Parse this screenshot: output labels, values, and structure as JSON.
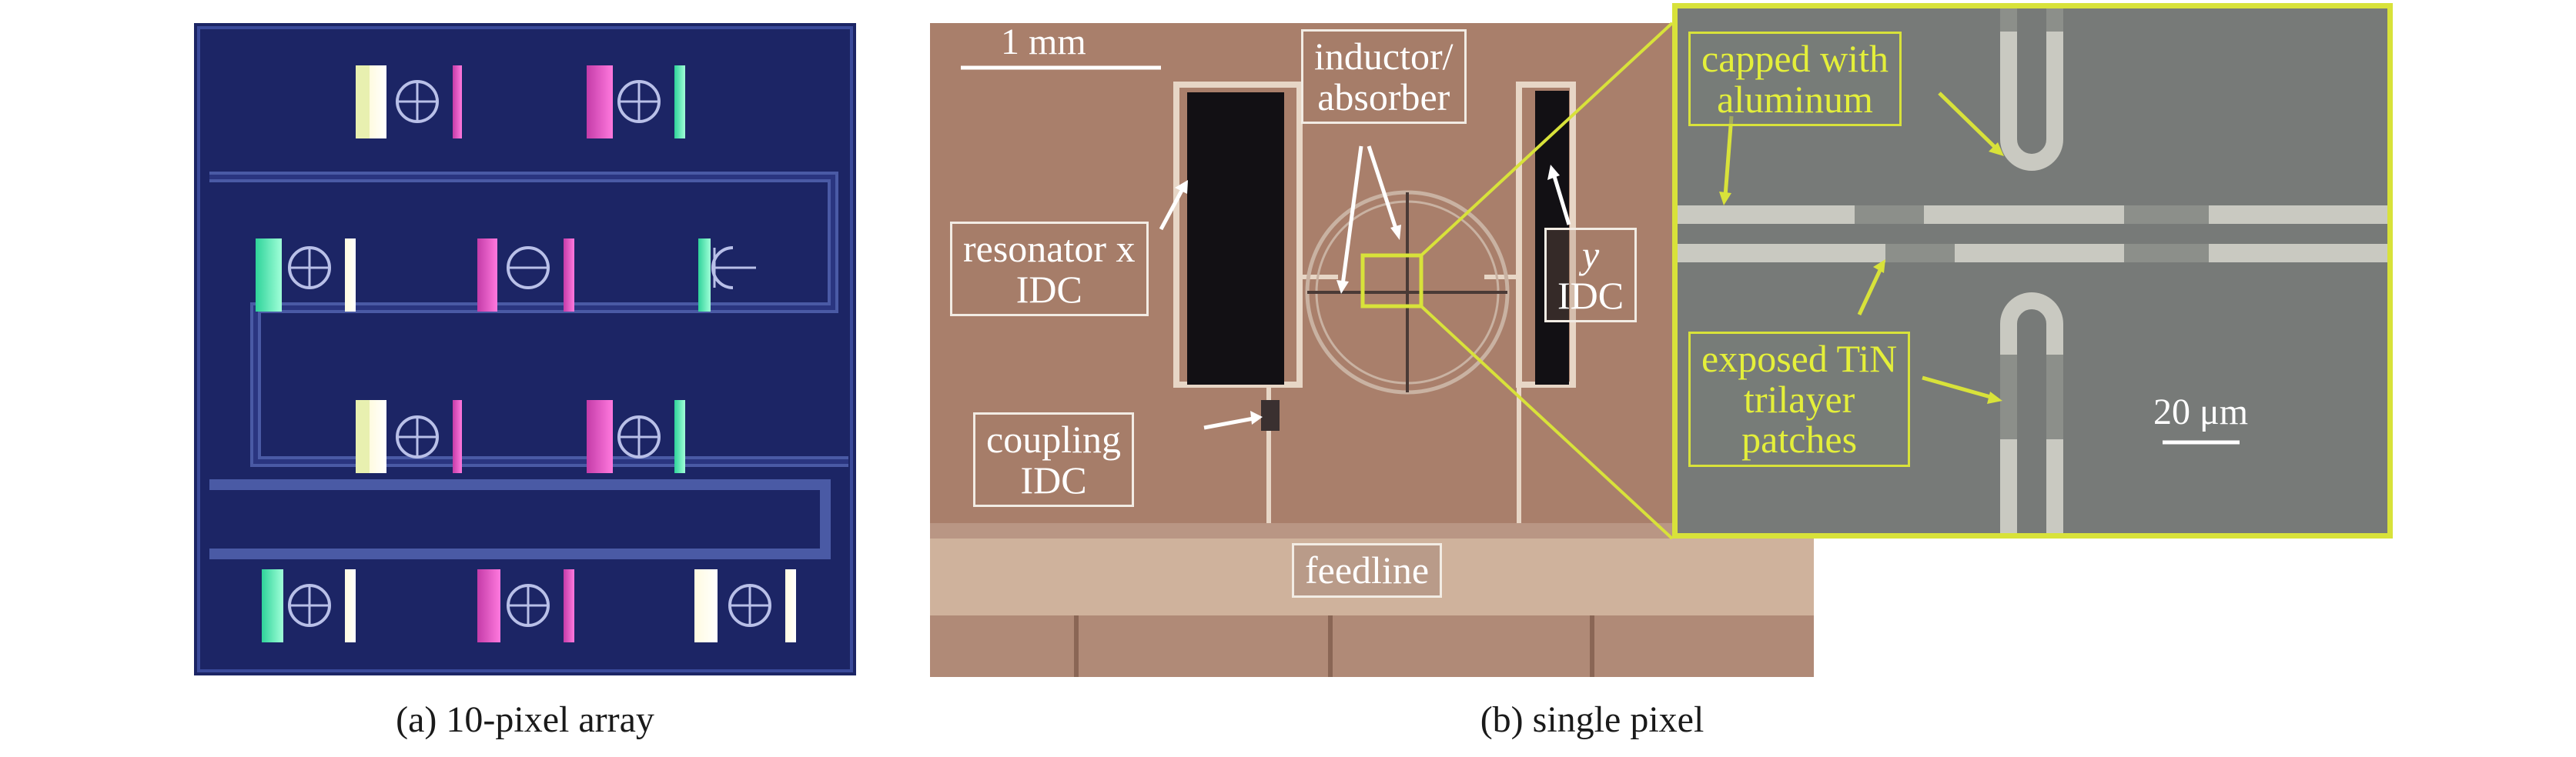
{
  "panel_a": {
    "caption": "(a) 10-pixel array"
  },
  "panel_b": {
    "caption": "(b) single pixel",
    "scale_bar": "1 mm",
    "labels": {
      "inductor_absorber": [
        "inductor/",
        "absorber"
      ],
      "resonator_x": [
        "resonator x",
        "IDC"
      ],
      "y_idc": [
        "y",
        "IDC"
      ],
      "coupling": [
        "coupling",
        "IDC"
      ],
      "feedline": "feedline"
    }
  },
  "inset": {
    "scale_bar": "20 μm",
    "labels": {
      "capped": [
        "capped with",
        "aluminum"
      ],
      "exposed": [
        "exposed TiN",
        "trilayer",
        "patches"
      ]
    },
    "accent_color": "#d8e23a"
  }
}
